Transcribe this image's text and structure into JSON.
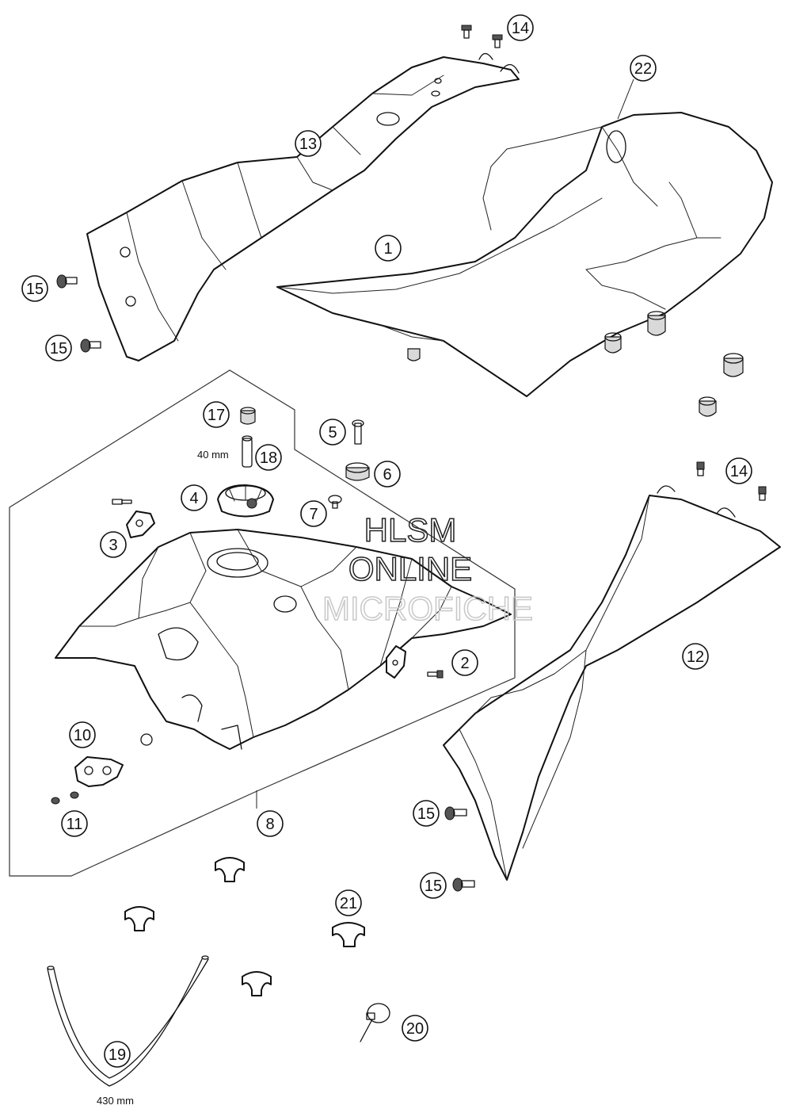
{
  "callouts": {
    "c1": "1",
    "c2": "2",
    "c3": "3",
    "c4": "4",
    "c5": "5",
    "c6": "6",
    "c7": "7",
    "c8": "8",
    "c10": "10",
    "c11": "11",
    "c12": "12",
    "c13": "13",
    "c14a": "14",
    "c14b": "14",
    "c15a": "15",
    "c15b": "15",
    "c15c": "15",
    "c15d": "15",
    "c17": "17",
    "c18": "18",
    "c19": "19",
    "c20": "20",
    "c21": "21",
    "c22": "22"
  },
  "dimensions": {
    "breather_length": "40 mm",
    "hose_length": "430 mm"
  },
  "watermark": {
    "line1": "HLSM",
    "line2": "ONLINE",
    "line3": "MICROFICHE"
  }
}
